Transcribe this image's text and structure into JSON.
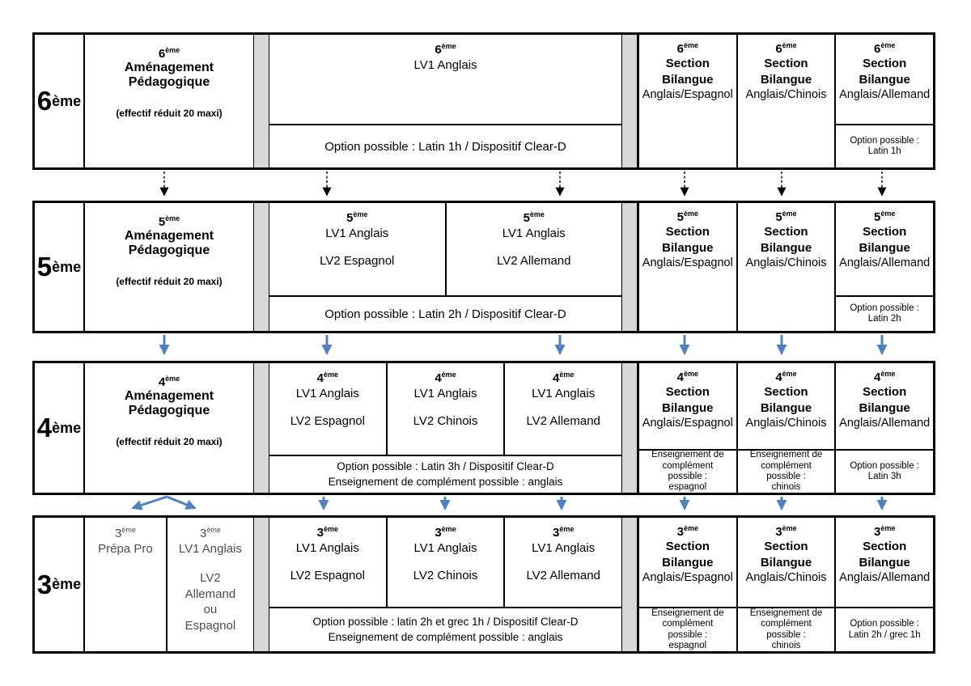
{
  "colors": {
    "accent_blue": "#4f81bd",
    "separator_gray": "#d8d8d8",
    "border_black": "#000000",
    "muted_text": "#4d4d4d"
  },
  "rows": [
    {
      "grade": {
        "num": "6",
        "sup": "ème"
      },
      "amen": {
        "num": "6",
        "sup": "ème",
        "title": "Aménagement Pédagogique",
        "note": "(effectif réduit 20 maxi)"
      },
      "lv": [
        {
          "num": "6",
          "sup": "ème",
          "lv1": "LV1 Anglais",
          "lv2": ""
        }
      ],
      "option": [
        "Option possible : Latin 1h /  Dispositif Clear-D"
      ],
      "bilangue": [
        {
          "num": "6",
          "sup": "ème",
          "t1": "Section",
          "t2": "Bilangue",
          "langs": "Anglais/Espagnol",
          "note": []
        },
        {
          "num": "6",
          "sup": "ème",
          "t1": "Section",
          "t2": "Bilangue",
          "langs": "Anglais/Chinois",
          "note": []
        },
        {
          "num": "6",
          "sup": "ème",
          "t1": "Section",
          "t2": "Bilangue",
          "langs": "Anglais/Allemand",
          "note": [
            "Option possible :",
            "Latin 1h"
          ]
        }
      ]
    },
    {
      "grade": {
        "num": "5",
        "sup": "ème"
      },
      "amen": {
        "num": "5",
        "sup": "ème",
        "title": "Aménagement Pédagogique",
        "note": "(effectif réduit 20 maxi)"
      },
      "lv": [
        {
          "num": "5",
          "sup": "ème",
          "lv1": "LV1 Anglais",
          "lv2": "LV2 Espagnol"
        },
        {
          "num": "5",
          "sup": "ème",
          "lv1": "LV1 Anglais",
          "lv2": "LV2 Allemand"
        }
      ],
      "option": [
        "Option possible : Latin 2h / Dispositif Clear-D"
      ],
      "bilangue": [
        {
          "num": "5",
          "sup": "ème",
          "t1": "Section",
          "t2": "Bilangue",
          "langs": "Anglais/Espagnol",
          "note": []
        },
        {
          "num": "5",
          "sup": "ème",
          "t1": "Section",
          "t2": "Bilangue",
          "langs": "Anglais/Chinois",
          "note": []
        },
        {
          "num": "5",
          "sup": "ème",
          "t1": "Section",
          "t2": "Bilangue",
          "langs": "Anglais/Allemand",
          "note": [
            "Option possible :",
            "Latin 2h"
          ]
        }
      ]
    },
    {
      "grade": {
        "num": "4",
        "sup": "ème"
      },
      "amen": {
        "num": "4",
        "sup": "ème",
        "title": "Aménagement Pédagogique",
        "note": "(effectif réduit 20 maxi)"
      },
      "lv": [
        {
          "num": "4",
          "sup": "ème",
          "lv1": "LV1 Anglais",
          "lv2": "LV2 Espagnol"
        },
        {
          "num": "4",
          "sup": "ème",
          "lv1": "LV1 Anglais",
          "lv2": "LV2 Chinois"
        },
        {
          "num": "4",
          "sup": "ème",
          "lv1": "LV1 Anglais",
          "lv2": "LV2 Allemand"
        }
      ],
      "option": [
        "Option possible : Latin 3h / Dispositif Clear-D",
        "Enseignement de complément possible : anglais"
      ],
      "bilangue": [
        {
          "num": "4",
          "sup": "ème",
          "t1": "Section",
          "t2": "Bilangue",
          "langs": "Anglais/Espagnol",
          "note": [
            "Enseignement de",
            "complément",
            "possible :",
            "espagnol"
          ]
        },
        {
          "num": "4",
          "sup": "ème",
          "t1": "Section",
          "t2": "Bilangue",
          "langs": "Anglais/Chinois",
          "note": [
            "Enseignement de",
            "complément",
            "possible :",
            "chinois"
          ]
        },
        {
          "num": "4",
          "sup": "ème",
          "t1": "Section",
          "t2": "Bilangue",
          "langs": "Anglais/Allemand",
          "note": [
            "Option possible :",
            "Latin 3h"
          ]
        }
      ]
    },
    {
      "grade": {
        "num": "3",
        "sup": "ème"
      },
      "prepa": {
        "num": "3",
        "sup": "ème",
        "title": "Prépa Pro"
      },
      "lvmix": {
        "num": "3",
        "sup": "ème",
        "lv1": "LV1 Anglais",
        "lv2": [
          "LV2",
          "Allemand",
          "ou",
          "Espagnol"
        ]
      },
      "lv": [
        {
          "num": "3",
          "sup": "ème",
          "lv1": "LV1 Anglais",
          "lv2": "LV2 Espagnol"
        },
        {
          "num": "3",
          "sup": "ème",
          "lv1": "LV1 Anglais",
          "lv2": "LV2 Chinois"
        },
        {
          "num": "3",
          "sup": "ème",
          "lv1": "LV1 Anglais",
          "lv2": "LV2 Allemand"
        }
      ],
      "option": [
        "Option possible : latin 2h et grec 1h /  Dispositif Clear-D",
        "Enseignement de complément possible : anglais"
      ],
      "bilangue": [
        {
          "num": "3",
          "sup": "ème",
          "t1": "Section",
          "t2": "Bilangue",
          "langs": "Anglais/Espagnol",
          "note": [
            "Enseignement de",
            "complément",
            "possible :",
            "espagnol"
          ]
        },
        {
          "num": "3",
          "sup": "ème",
          "t1": "Section",
          "t2": "Bilangue",
          "langs": "Anglais/Chinois",
          "note": [
            "Enseignement de",
            "complément",
            "possible :",
            "chinois"
          ]
        },
        {
          "num": "3",
          "sup": "ème",
          "t1": "Section",
          "t2": "Bilangue",
          "langs": "Anglais/Allemand",
          "note": [
            "Option possible :",
            "Latin 2h / grec 1h"
          ]
        }
      ]
    }
  ]
}
